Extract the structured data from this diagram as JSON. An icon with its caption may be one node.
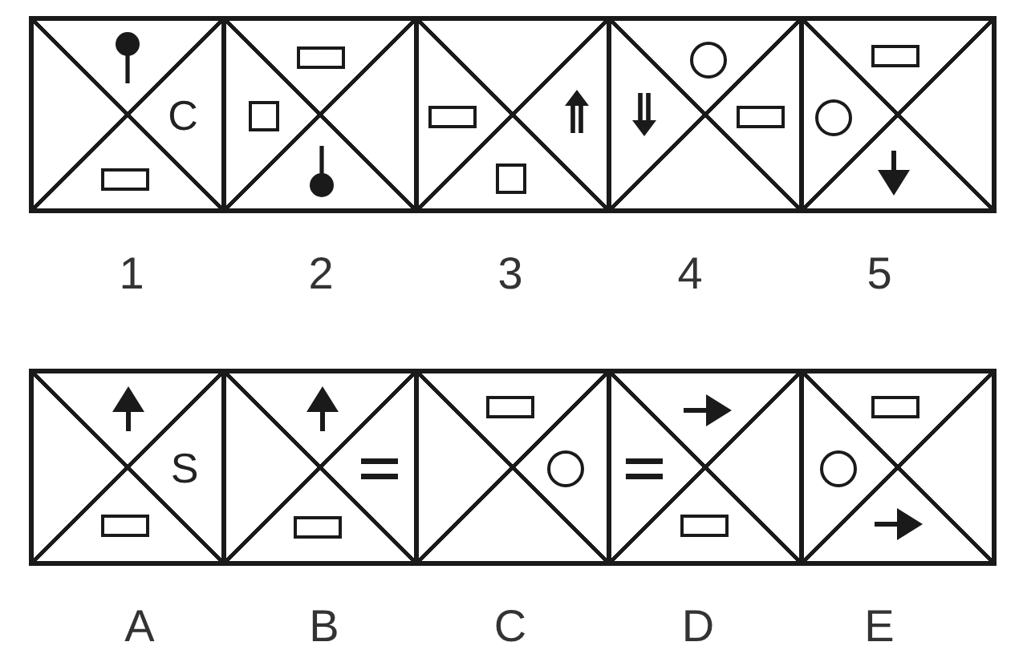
{
  "diagram": {
    "nodes": [
      {
        "text": [
          "C"
        ],
        "beside": [
          "1"
        ]
      },
      {
        "text": [],
        "shape": "box",
        "beside": [
          "2"
        ]
      },
      {
        "text": [],
        "shape": "box",
        "beside": [
          "3"
        ]
      },
      {
        "text": [],
        "shape": "box",
        "beside": [
          "4"
        ]
      },
      {
        "text": [],
        "shape": "box",
        "beside": [
          "5"
        ]
      },
      {
        "text": [
          "S"
        ],
        "beside": [
          "A"
        ]
      },
      {
        "text": [],
        "shape": "box",
        "beside": [
          "B"
        ]
      },
      {
        "text": [],
        "shape": "box",
        "beside": [
          "C"
        ]
      },
      {
        "text": [],
        "shape": "box",
        "beside": [
          "D"
        ]
      },
      {
        "text": [],
        "shape": "box",
        "beside": [
          "E"
        ]
      }
    ]
  }
}
